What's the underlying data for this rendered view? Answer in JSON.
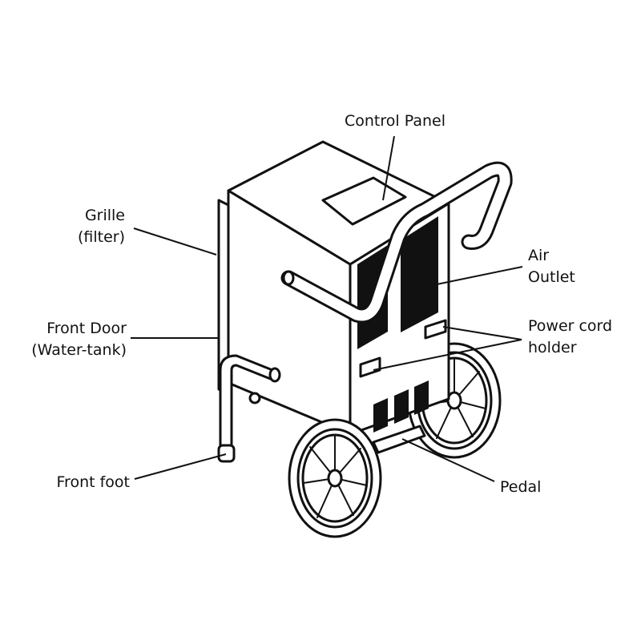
{
  "labels": {
    "control_panel": "Control Panel",
    "grille_line1": "Grille",
    "grille_line2": "(filter)",
    "front_door_line1": "Front Door",
    "front_door_line2": "(Water-tank)",
    "air_outlet_line1": "Air",
    "air_outlet_line2": "Outlet",
    "power_cord_line1": "Power cord",
    "power_cord_line2": "holder",
    "front_foot": "Front foot",
    "pedal": "Pedal"
  },
  "colors": {
    "ink": "#111111",
    "paper": "#ffffff"
  }
}
